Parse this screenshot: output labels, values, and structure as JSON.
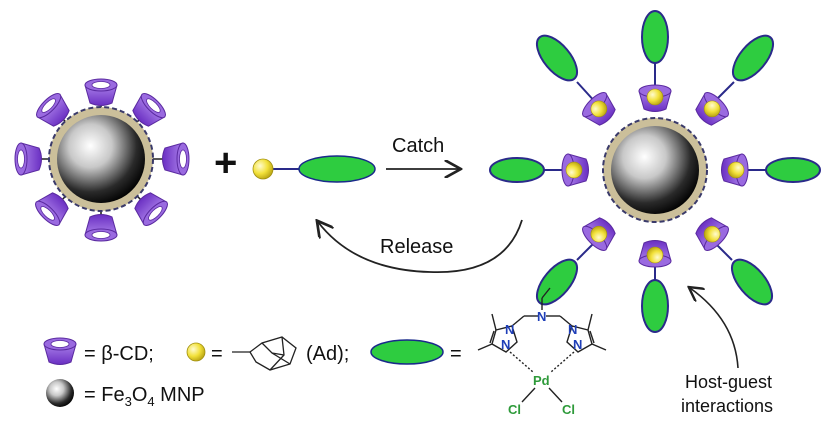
{
  "arrows": {
    "catch_label": "Catch",
    "release_label": "Release"
  },
  "operators": {
    "plus": "+"
  },
  "legend": {
    "cd_eq": "= β-CD;",
    "ad_eq": "=",
    "ad_label": "(Ad);",
    "ligand_eq": "=",
    "mnp_eq": "= Fe",
    "mnp_sub3": "3",
    "mnp_o": "O",
    "mnp_sub4": "4",
    "mnp_tail": " MNP"
  },
  "annotation": {
    "line1": "Host-guest",
    "line2": "interactions"
  },
  "molecule": {
    "atom_n": "N",
    "atom_pd": "Pd",
    "atom_cl": "Cl"
  },
  "colors": {
    "cd_purple": "#8a4fd9",
    "guest_green": "#2ecc40",
    "ad_yellow": "#f2e13a",
    "shell_tan": "#cbbf9a",
    "link_blue": "#2a2a8a",
    "nitrogen_blue": "#1f3fb8",
    "metal_green": "#2e9a3a"
  }
}
